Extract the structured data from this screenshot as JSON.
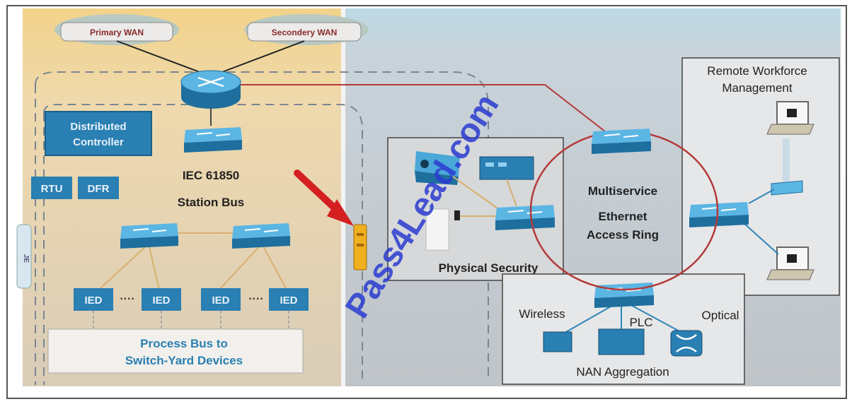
{
  "wan": {
    "primary": "Primary WAN",
    "secondary": "Secondery WAN"
  },
  "substation": {
    "controller_line1": "Distributed",
    "controller_line2": "Controller",
    "rtu": "RTU",
    "dfr": "DFR",
    "bus_line1": "IEC 61850",
    "bus_line2": "Station Bus",
    "ied": [
      "IED",
      "IED",
      "IED",
      "IED"
    ],
    "ied_dots": [
      "····",
      "····"
    ],
    "process_bus_line1": "Process Bus to",
    "process_bus_line2": "Switch-Yard Devices",
    "side_tab": "JE"
  },
  "field": {
    "physical_security": "Physical Security",
    "ring_line1": "Multiservice",
    "ring_line2": "Ethernet",
    "ring_line3": "Access Ring",
    "remote_line1": "Remote Workforce",
    "remote_line2": "Management",
    "nan": "NAN Aggregation",
    "wireless": "Wireless",
    "plc": "PLC",
    "optical": "Optical"
  },
  "watermark": "Pass4Lead.com",
  "colors": {
    "device_blue": "#2f86b8",
    "label_blue": "#2a7fb3",
    "ring_red": "#b33a3a",
    "arrow_red": "#d42020",
    "substation_bg": "#e9d6a8",
    "field_bg": "#c7ccd1",
    "watermark": "#2a3bd0"
  }
}
